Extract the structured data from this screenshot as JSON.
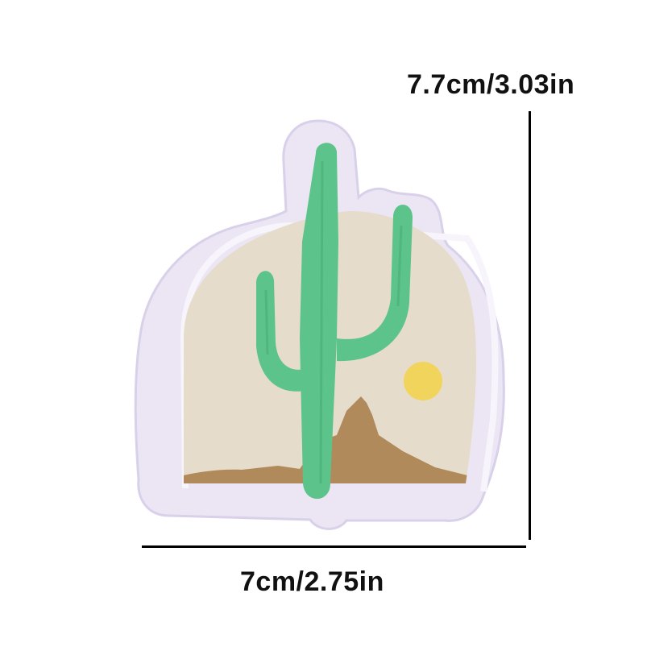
{
  "dimensions": {
    "height_label": "7.7cm/3.03in",
    "width_label": "7cm/2.75in"
  },
  "colors": {
    "background": "#ffffff",
    "patch_border": "#ece6f4",
    "patch_border_edge": "#d9d0ea",
    "sky": "#e6dccb",
    "cactus": "#5cc48a",
    "cactus_shade": "#47ad75",
    "ground": "#b08a5a",
    "sun": "#f1d45c",
    "dimension_line": "#000000"
  },
  "icons": {
    "patch": "cactus-desert-embroidered-patch"
  }
}
